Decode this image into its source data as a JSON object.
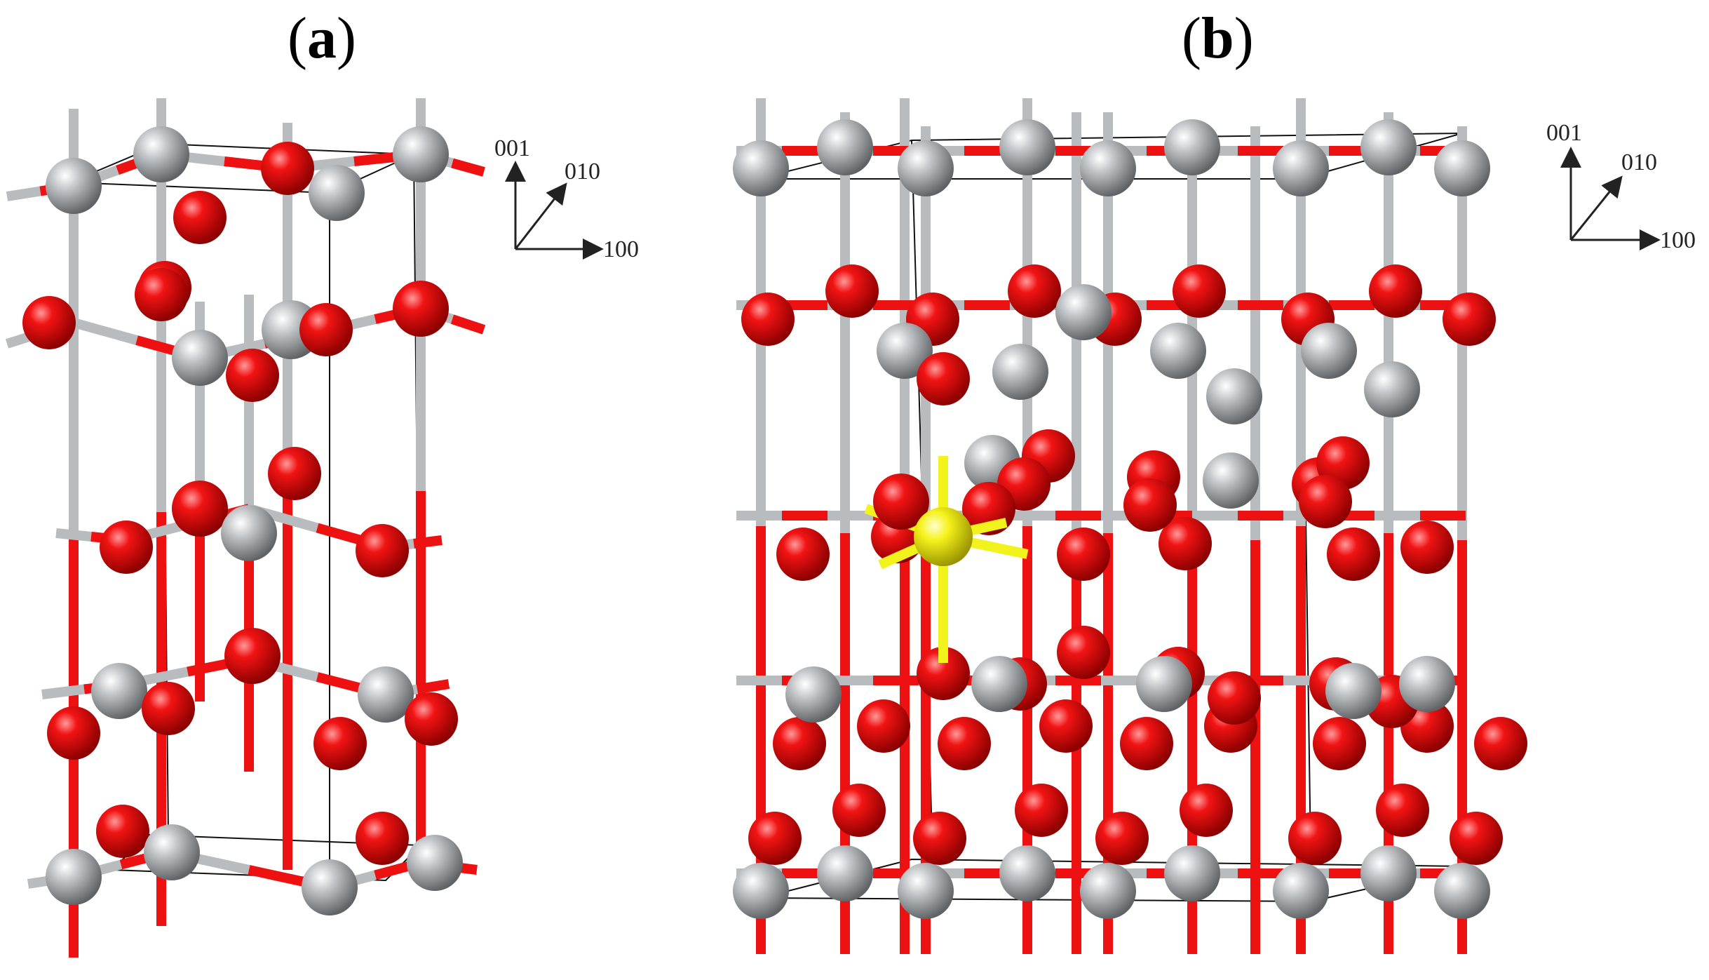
{
  "panels": [
    {
      "id": "a",
      "label": "a"
    },
    {
      "id": "b",
      "label": "b"
    }
  ],
  "axes": {
    "z": "001",
    "y": "010",
    "x": "100"
  },
  "colors": {
    "oxygen": "#ee1111",
    "host_atom": "#b9bcbf",
    "dopant": "#f2f21c",
    "cell_line": "#111111"
  }
}
